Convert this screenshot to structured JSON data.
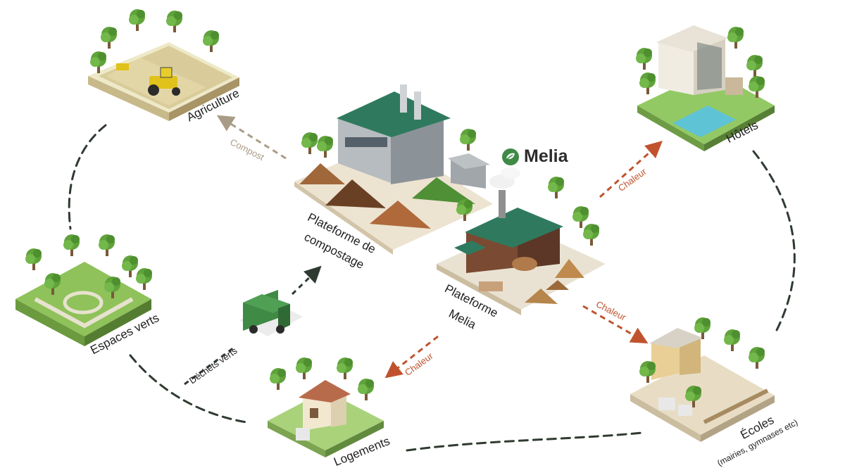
{
  "brand": {
    "name": "Melia",
    "icon": "leaf-logo-icon",
    "color": "#3f8a45"
  },
  "nodes": {
    "agriculture": "Agriculture",
    "espaces_verts": "Espaces verts",
    "logements": "Logements",
    "ecoles": "Écoles",
    "ecoles_sub": "(mairies, gymnases etc)",
    "hotels": "Hôtels",
    "plateforme_compostage": [
      "Plateforme de",
      "compostage"
    ],
    "plateforme_melia": [
      "Plateforme",
      "Melia"
    ]
  },
  "flows": {
    "compost": "Compost",
    "dechets_verts": "Déchets verts",
    "chaleur_hotels": "Chaleur",
    "chaleur_ecoles": "Chaleur",
    "chaleur_logements": "Chaleur"
  },
  "colors": {
    "heat": "#c0532e",
    "compost": "#a99c86",
    "cycle": "#2f3b30",
    "grass": "#8fc25a",
    "grass_dark": "#6aa645",
    "tree": "#5fa33a",
    "roof_green": "#2f7a5e",
    "building_grey": "#9ea5a9"
  }
}
